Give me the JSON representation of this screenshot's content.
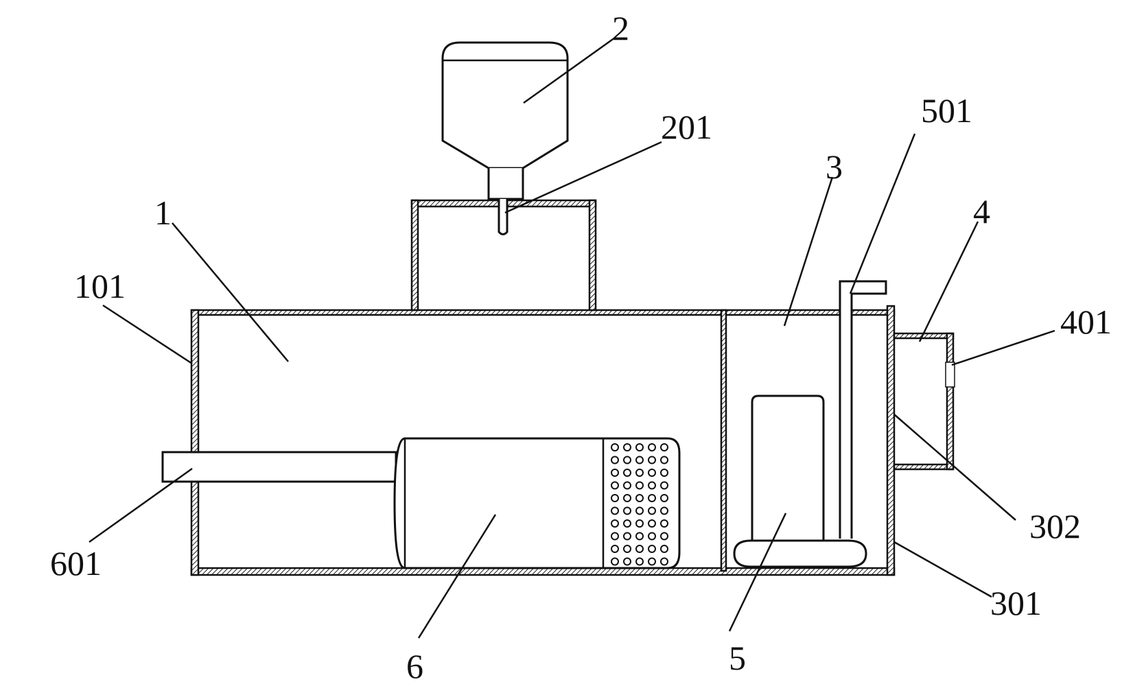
{
  "labels": {
    "l1": "1",
    "l2": "2",
    "l3": "3",
    "l4": "4",
    "l5": "5",
    "l6": "6",
    "l101": "101",
    "l201": "201",
    "l301": "301",
    "l302": "302",
    "l401": "401",
    "l501": "501",
    "l601": "601"
  }
}
